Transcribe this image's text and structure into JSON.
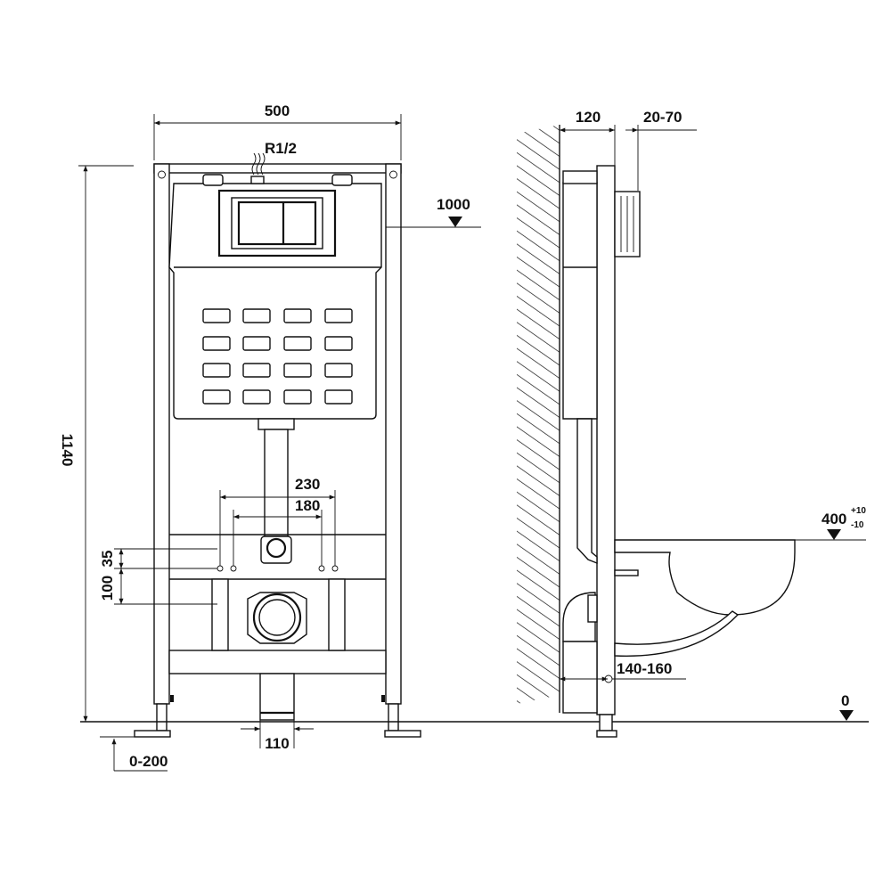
{
  "front_view": {
    "width_label": "500",
    "inlet_label": "R1/2",
    "height_label": "1140",
    "button_height_label": "1000",
    "bolt_outer_label": "230",
    "bolt_inner_label": "180",
    "offset_label": "35",
    "spacing_label": "100",
    "drain_width_label": "110",
    "leg_adjust_label": "0-200"
  },
  "side_view": {
    "depth_label": "120",
    "panel_offset_label": "20-70",
    "pan_height_label": "400",
    "pan_tolerance_plus": "+10",
    "pan_tolerance_minus": "-10",
    "drain_offset_label": "140-160",
    "floor_level_label": "0"
  }
}
